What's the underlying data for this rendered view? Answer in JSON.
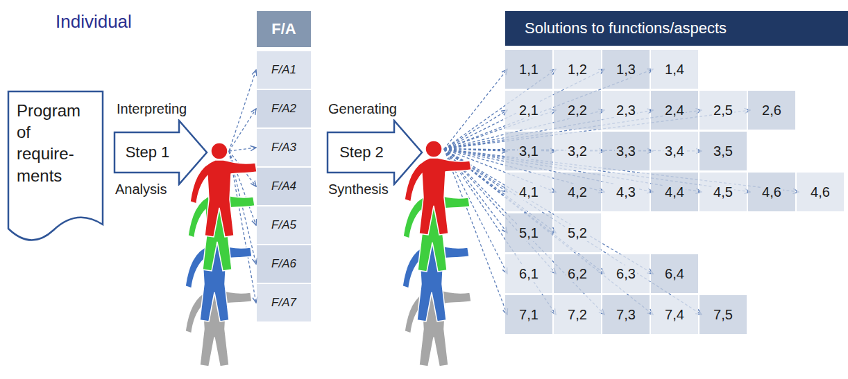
{
  "diagram": {
    "title": "Individual",
    "nodes": [
      {
        "text": [
          "Program of require-ments"
        ]
      },
      {
        "text": [
          "Step 1"
        ]
      },
      {
        "text": [
          "F/A"
        ]
      },
      {
        "text": [
          "F/A1"
        ]
      },
      {
        "text": [
          "F/A2"
        ]
      },
      {
        "text": [
          "F/A3"
        ]
      },
      {
        "text": [
          "F/A4"
        ]
      },
      {
        "text": [
          "F/A5"
        ]
      },
      {
        "text": [
          "F/A6"
        ]
      },
      {
        "text": [
          "F/A7"
        ]
      },
      {
        "text": [
          "Step 2"
        ]
      },
      {
        "text": [
          "Solutions to functions/aspects"
        ]
      },
      {
        "text": [
          "1,1"
        ]
      },
      {
        "text": [
          "1,2"
        ]
      },
      {
        "text": [
          "1,3"
        ]
      },
      {
        "text": [
          "1,4"
        ]
      },
      {
        "text": [
          "2,1"
        ]
      },
      {
        "text": [
          "2,2"
        ]
      },
      {
        "text": [
          "2,3"
        ]
      },
      {
        "text": [
          "2,4"
        ]
      },
      {
        "text": [
          "2,5"
        ]
      },
      {
        "text": [
          "2,6"
        ]
      },
      {
        "text": [
          "3,1"
        ]
      },
      {
        "text": [
          "3,2"
        ]
      },
      {
        "text": [
          "3,3"
        ]
      },
      {
        "text": [
          "3,4"
        ]
      },
      {
        "text": [
          "3,5"
        ]
      },
      {
        "text": [
          "4,1"
        ]
      },
      {
        "text": [
          "4,2"
        ]
      },
      {
        "text": [
          "4,3"
        ]
      },
      {
        "text": [
          "4,4"
        ]
      },
      {
        "text": [
          "4,5"
        ]
      },
      {
        "text": [
          "4,6"
        ]
      },
      {
        "text": [
          "4,6"
        ]
      },
      {
        "text": [
          "5,1"
        ]
      },
      {
        "text": [
          "5,2"
        ]
      },
      {
        "text": [
          "6,1"
        ]
      },
      {
        "text": [
          "6,2"
        ]
      },
      {
        "text": [
          "6,3"
        ]
      },
      {
        "text": [
          "6,4"
        ]
      },
      {
        "text": [
          "7,1"
        ]
      },
      {
        "text": [
          "7,2"
        ]
      },
      {
        "text": [
          "7,3"
        ]
      },
      {
        "text": [
          "7,4"
        ]
      },
      {
        "text": [
          "7,5"
        ]
      }
    ],
    "labels": [
      "Interpreting",
      "Analysis",
      "Generating",
      "Synthesis"
    ]
  }
}
